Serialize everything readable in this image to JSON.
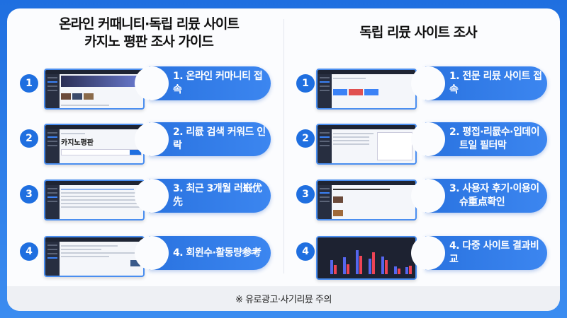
{
  "left": {
    "title_line1": "온라인 커때니티·독립 리뮸 사이트",
    "title_line2": "카지노 평판 조사 가이드",
    "steps": [
      {
        "n": "1",
        "label": "1. 온라인 커마니티 접속"
      },
      {
        "n": "2",
        "label": "2. 리뮶 검색 커워드 인락"
      },
      {
        "n": "3",
        "label": "3. 최근 3개월 러嶯优先"
      },
      {
        "n": "4",
        "label": "4. 회윈수·활동량参考"
      }
    ],
    "search_heading": "카지노평판"
  },
  "right": {
    "title": "독립 리뮸 사이트 조사",
    "steps": [
      {
        "n": "1",
        "label": "1. 전문 리뮸 사이트 접속"
      },
      {
        "n": "2",
        "label": "2. 평접·리뮶수·입데이",
        "label2": "트일 필터막"
      },
      {
        "n": "3",
        "label": "3. 사용자 후기·이용이",
        "label2": "슈重点확인"
      },
      {
        "n": "4",
        "label": "4. 다중 사이트 결과비교"
      }
    ]
  },
  "footer": {
    "notice": "※ 유로광고·사기리뮸 주의"
  },
  "colors": {
    "accent": "#1f6fe0",
    "background": "#fbfcfe"
  }
}
